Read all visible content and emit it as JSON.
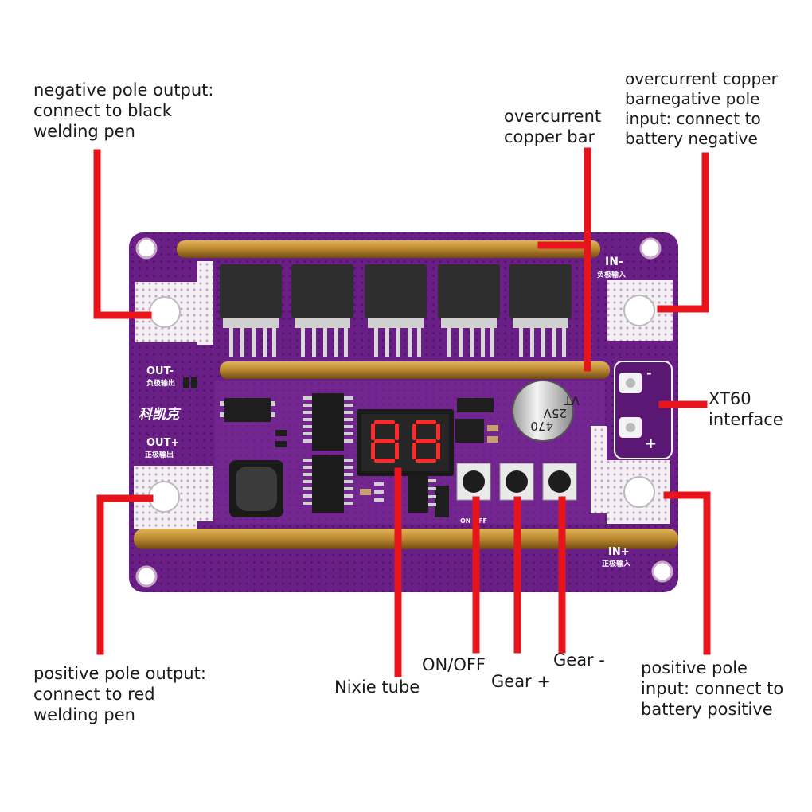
{
  "labels": {
    "neg_out": "negative pole output:\nconnect to black\nwelding pen",
    "overcurrent_bar": "overcurrent\ncopper bar",
    "neg_in": "overcurrent copper\nbarnegative pole\ninput: connect to\nbattery negative",
    "xt60": "XT60\ninterface",
    "pos_out": "positive pole output:\nconnect to red\nwelding pen",
    "nixie": "Nixie tube",
    "onoff": "ON/OFF",
    "gear_plus": "Gear +",
    "gear_minus": "Gear -",
    "pos_in": "positive pole\ninput: connect to\nbattery positive"
  },
  "board": {
    "silk_in_minus": "IN-",
    "silk_in_minus_cn": "负极输入",
    "silk_in_plus": "IN+",
    "silk_in_plus_cn": "正极输入",
    "silk_out_minus": "OUT-",
    "silk_out_minus_cn": "负极输出",
    "silk_out_plus": "OUT+",
    "silk_out_plus_cn": "正极输出",
    "silk_brand": "科凯克",
    "silk_onoff": "ON OFF",
    "xt60_minus": "-",
    "xt60_plus": "+",
    "capacitor_lines": [
      "470",
      "25V",
      "VT"
    ]
  },
  "colors": {
    "pcb": "#6a1f86",
    "pcb_dark": "#4f1466",
    "copper": "#b8862e",
    "pointer": "#e8141b",
    "display_digit": "#ff2a2a"
  },
  "icons": {
    "mosfet": "to-263-package-icon",
    "button": "tactile-switch-icon"
  }
}
